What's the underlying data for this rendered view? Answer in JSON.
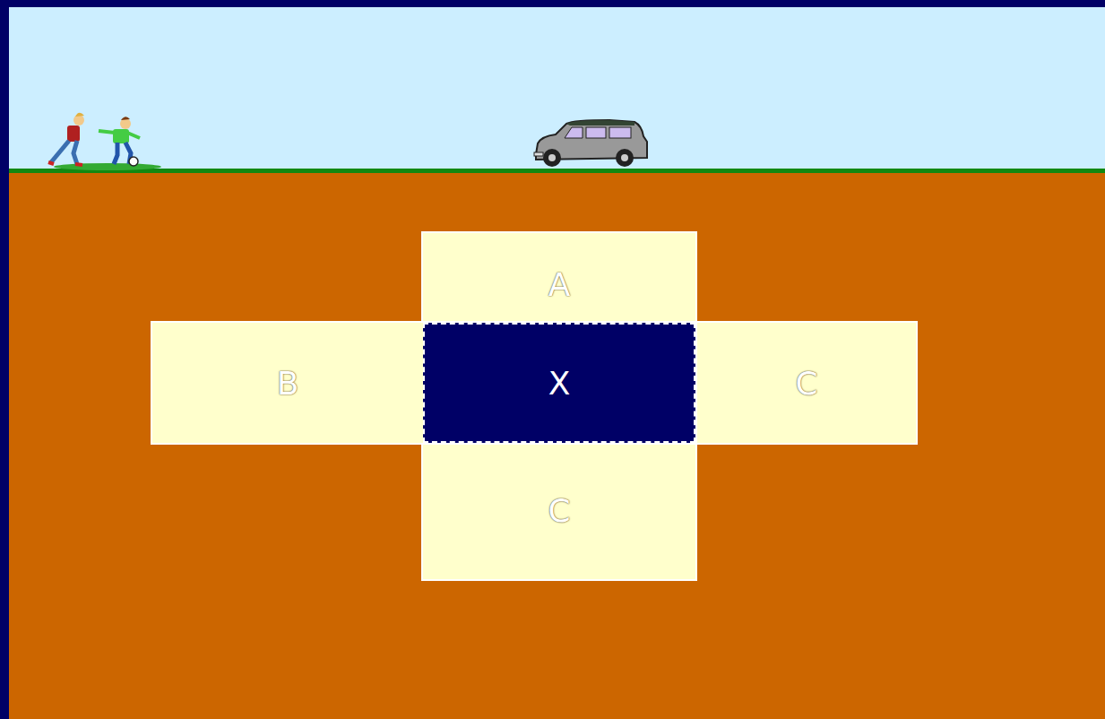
{
  "diagram": {
    "nodes": [
      {
        "text": [
          "A"
        ]
      },
      {
        "text": [
          "B"
        ]
      },
      {
        "text": [
          "X"
        ]
      },
      {
        "text": [
          "C"
        ]
      },
      {
        "text": [
          "C"
        ]
      }
    ]
  }
}
